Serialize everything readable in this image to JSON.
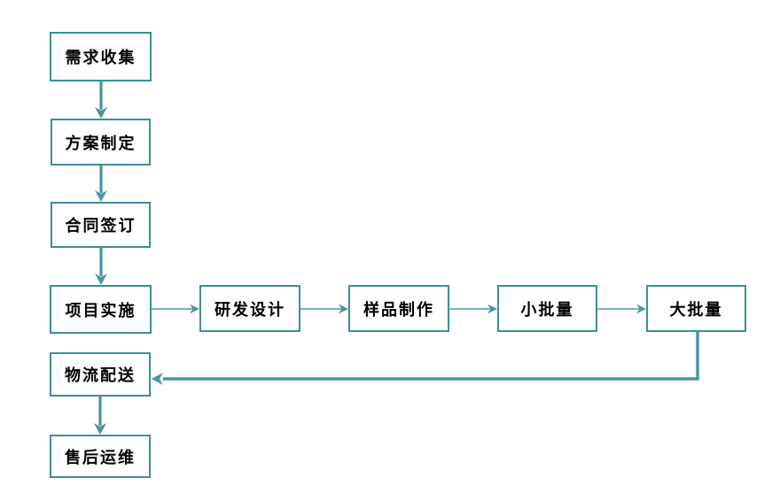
{
  "diagram": {
    "type": "flowchart",
    "colors": {
      "background": "#ffffff",
      "box_border": "#3E8E97",
      "box_fill": "#ffffff",
      "arrow": "#4B96A1",
      "text": "#000000"
    },
    "nodes": [
      {
        "id": "requirements",
        "label": "需求收集"
      },
      {
        "id": "plan",
        "label": "方案制定"
      },
      {
        "id": "contract",
        "label": "合同签订"
      },
      {
        "id": "implementation",
        "label": "项目实施"
      },
      {
        "id": "rd-design",
        "label": "研发设计"
      },
      {
        "id": "sample",
        "label": "样品制作"
      },
      {
        "id": "small-batch",
        "label": "小批量"
      },
      {
        "id": "large-batch",
        "label": "大批量"
      },
      {
        "id": "logistics",
        "label": "物流配送"
      },
      {
        "id": "aftersales",
        "label": "售后运维"
      }
    ],
    "edges": [
      {
        "from": "需求收集",
        "to": "方案制定"
      },
      {
        "from": "方案制定",
        "to": "合同签订"
      },
      {
        "from": "合同签订",
        "to": "项目实施"
      },
      {
        "from": "项目实施",
        "to": "研发设计"
      },
      {
        "from": "研发设计",
        "to": "样品制作"
      },
      {
        "from": "样品制作",
        "to": "小批量"
      },
      {
        "from": "小批量",
        "to": "大批量"
      },
      {
        "from": "大批量",
        "to": "物流配送"
      },
      {
        "from": "物流配送",
        "to": "售后运维"
      }
    ]
  }
}
